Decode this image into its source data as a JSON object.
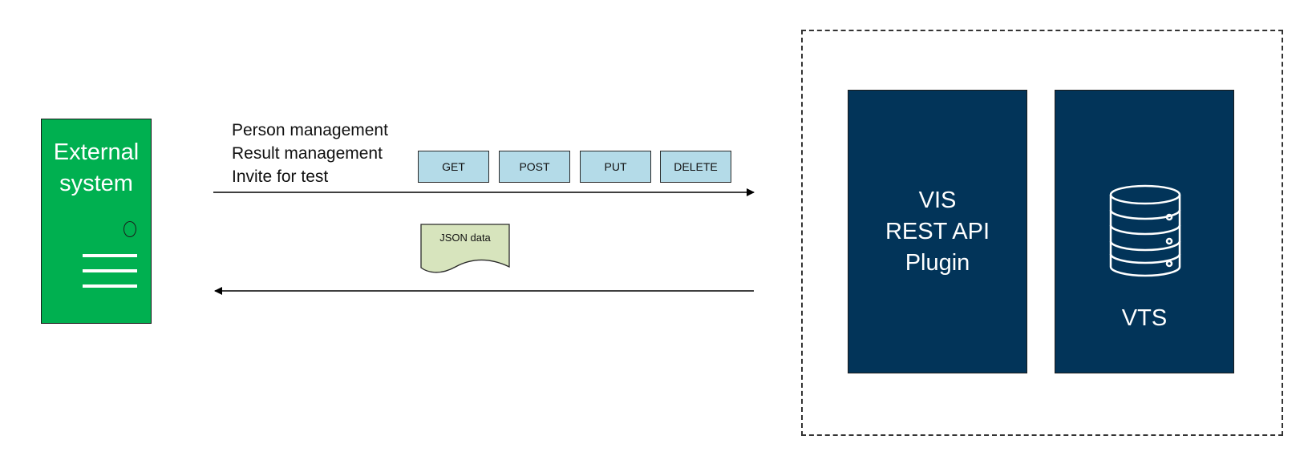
{
  "external_system": {
    "label": "External\nsystem",
    "fill_color": "#00b050"
  },
  "request": {
    "lines": [
      "Person management",
      "Result management",
      "Invite for test"
    ],
    "methods": [
      "GET",
      "POST",
      "PUT",
      "DELETE"
    ],
    "method_fill": "#b4dbe8"
  },
  "response": {
    "document_label": "JSON data",
    "document_fill": "#d7e4bd"
  },
  "vis_block": {
    "label": "VIS\nREST API\nPlugin",
    "fill_color": "#023459"
  },
  "vts_block": {
    "label": "VTS",
    "icon": "database-icon",
    "fill_color": "#023459"
  }
}
